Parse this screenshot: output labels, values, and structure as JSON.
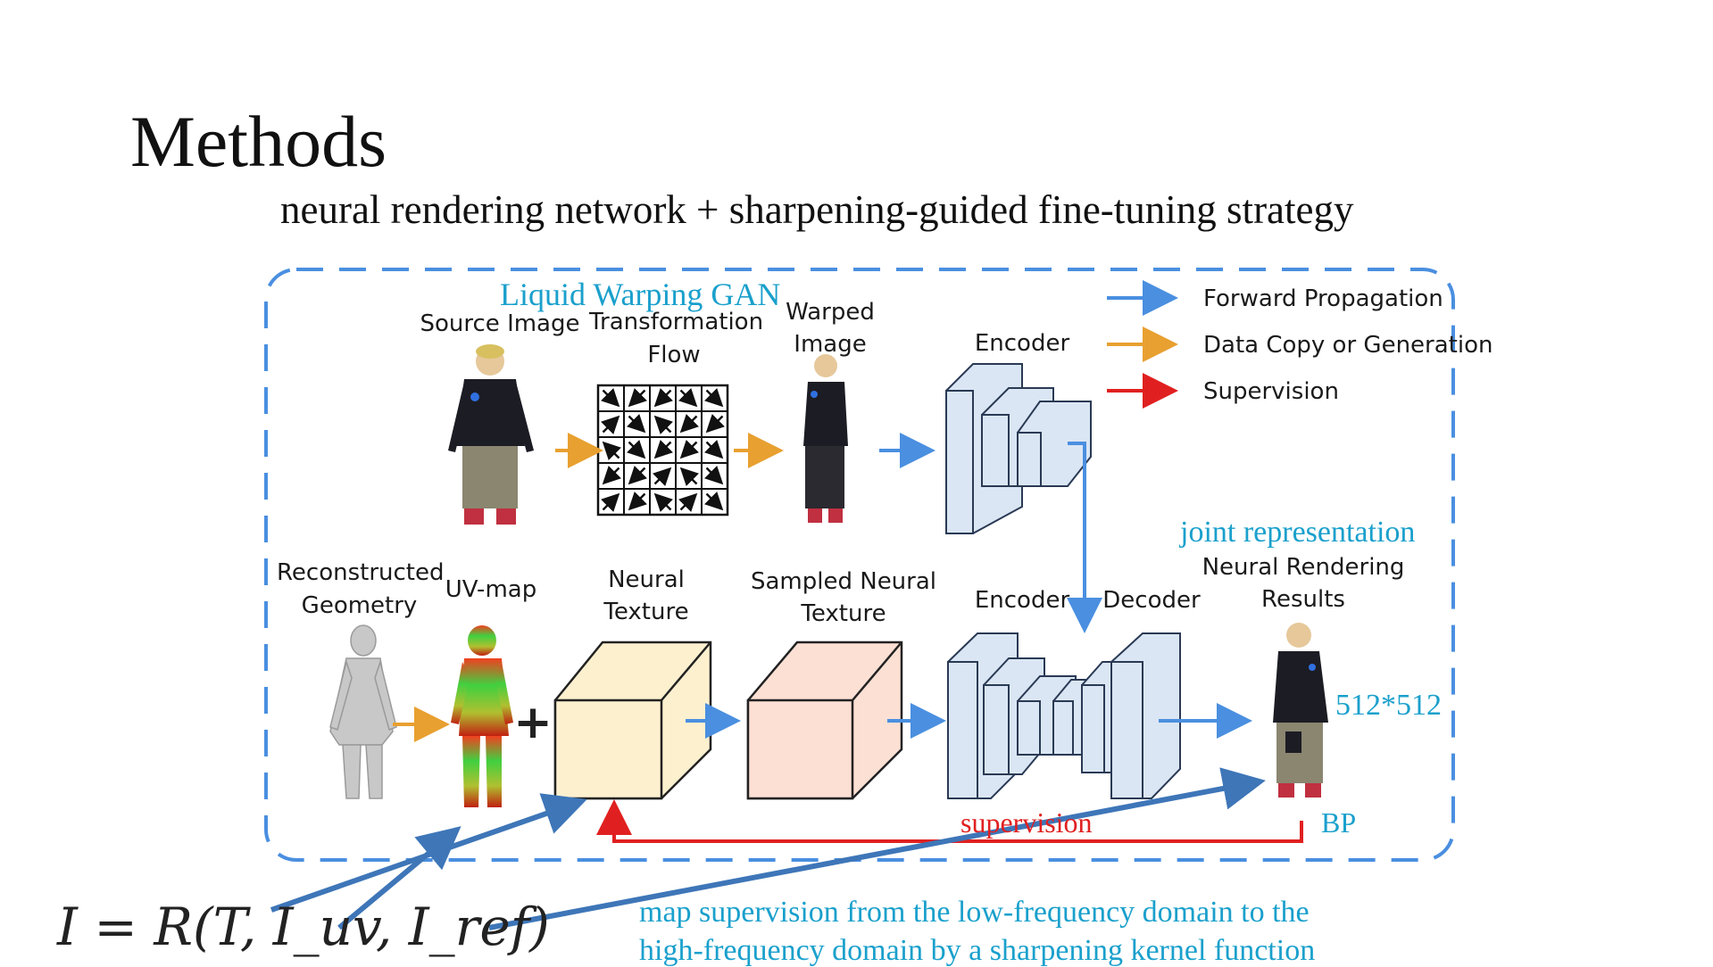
{
  "slide": {
    "title": "Methods",
    "subtitle": "neural rendering network + sharpening-guided fine-tuning strategy"
  },
  "diagram": {
    "lwgan_label": "Liquid Warping GAN",
    "labels": {
      "source_image": "Source Image",
      "transformation_flow_1": "Transformation",
      "transformation_flow_2": "Flow",
      "warped_image_1": "Warped",
      "warped_image_2": "Image",
      "encoder_top": "Encoder",
      "reconstructed_geometry_1": "Reconstructed",
      "reconstructed_geometry_2": "Geometry",
      "uv_map": "UV-map",
      "neural_texture_1": "Neural",
      "neural_texture_2": "Texture",
      "sampled_neural_texture_1": "Sampled Neural",
      "sampled_neural_texture_2": "Texture",
      "encoder_bottom": "Encoder",
      "decoder": "Decoder",
      "joint_representation": "joint representation",
      "neural_rendering_results_1": "Neural Rendering",
      "neural_rendering_results_2": "Results",
      "resolution": "512*512",
      "supervision": "supervision",
      "bp": "BP",
      "plus": "+"
    },
    "legend": [
      {
        "label": "Forward Propagation",
        "color": "#4a8fe0"
      },
      {
        "label": "Data Copy or Generation",
        "color": "#e8a030"
      },
      {
        "label": "Supervision",
        "color": "#e02020"
      }
    ]
  },
  "formula": "I = R(T, I_uv, I_ref)",
  "note": {
    "line1": "map supervision from the low-frequency domain to the",
    "line2": "high-frequency domain by a sharpening kernel function"
  },
  "colors": {
    "forward": "#4a8fe0",
    "copy": "#e8a030",
    "supervision": "#e02020",
    "teal_text": "#1aa0cc",
    "dashed_border": "#4a8fe0",
    "encoder_fill": "#dbe6f4",
    "neural_texture_fill": "#fdf0cf",
    "sampled_texture_fill": "#fce0d4"
  }
}
